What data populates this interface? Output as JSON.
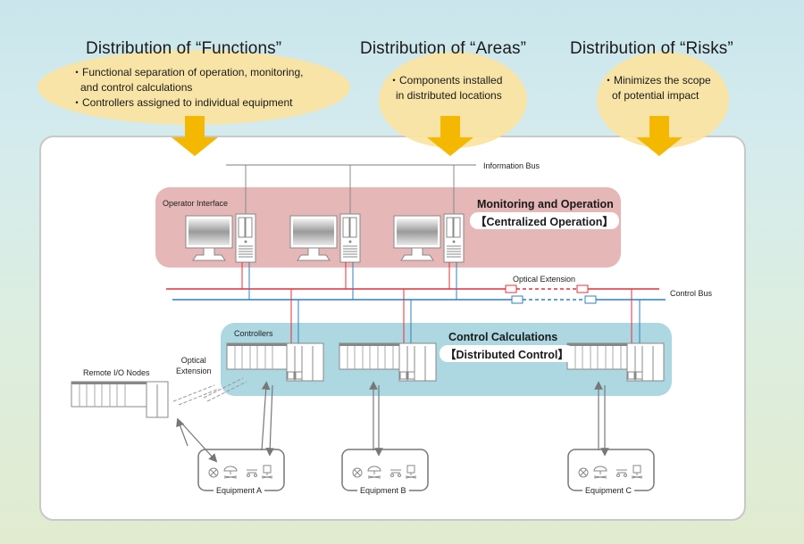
{
  "headings": [
    {
      "title": "Distribution of “Functions”",
      "bullets": [
        "・Functional separation of operation, monitoring,",
        "  and control calculations",
        "・Controllers assigned to individual equipment"
      ]
    },
    {
      "title": "Distribution of “Areas”",
      "bullets": [
        "・Components installed",
        "  in distributed locations"
      ]
    },
    {
      "title": "Distribution of “Risks”",
      "bullets": [
        "・Minimizes the scope",
        "  of potential impact"
      ]
    }
  ],
  "buses": {
    "information": "Information Bus",
    "control": "Control Bus",
    "optical_extension": "Optical Extension"
  },
  "zones": {
    "operator": {
      "label": "Operator Interface",
      "title": "Monitoring and Operation",
      "subtitle": "【Centralized Operation】"
    },
    "controllers": {
      "label": "Controllers",
      "title": "Control Calculations",
      "subtitle": "【Distributed Control】"
    }
  },
  "remote_io": {
    "label": "Remote I/O Nodes",
    "optical_label_1": "Optical",
    "optical_label_2": "Extension"
  },
  "equipment": [
    "Equipment A",
    "Equipment B",
    "Equipment C"
  ],
  "colors": {
    "control_bus_red": "#e0303a",
    "control_bus_blue": "#2f7fc0",
    "arrow_yellow": "#f5b800",
    "operator_zone": "#e5b7b7",
    "controller_zone": "#add7e1",
    "bubble": "#fbe3a0"
  }
}
